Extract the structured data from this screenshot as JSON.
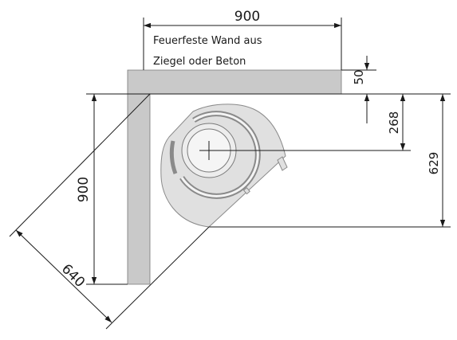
{
  "dimensions": {
    "wall_length_top": "900",
    "wall_length_left": "900",
    "wall_thickness": "50",
    "center_offset": "268",
    "stove_depth": "629",
    "diagonal_width": "640"
  },
  "note": {
    "line1": "Feuerfeste Wand aus",
    "line2": "Ziegel oder Beton"
  },
  "colors": {
    "wall_fill": "#c9c9c9",
    "stove_fill": "#e0e0e0",
    "line": "#1a1a1a"
  }
}
